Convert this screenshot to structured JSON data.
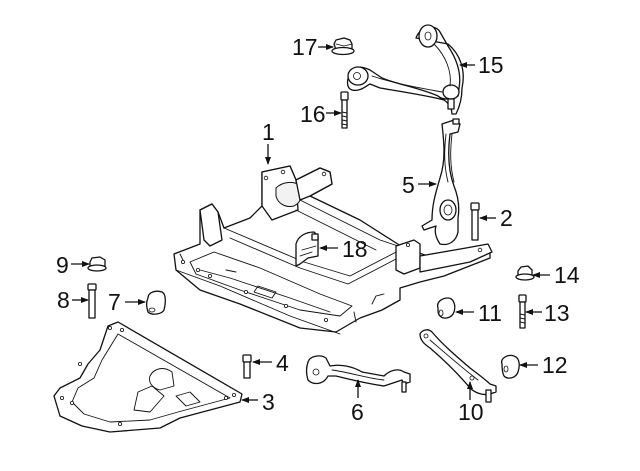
{
  "diagram": {
    "title": "Front suspension subframe components",
    "line_color": "#111111",
    "background": "#ffffff",
    "callouts": [
      {
        "number": "1",
        "part": "subframe-crossmember"
      },
      {
        "number": "2",
        "part": "knuckle-bolt"
      },
      {
        "number": "3",
        "part": "splash-shield"
      },
      {
        "number": "4",
        "part": "shield-bolt"
      },
      {
        "number": "5",
        "part": "steering-knuckle"
      },
      {
        "number": "6",
        "part": "lower-control-arm"
      },
      {
        "number": "7",
        "part": "bushing"
      },
      {
        "number": "8",
        "part": "bolt"
      },
      {
        "number": "9",
        "part": "nut"
      },
      {
        "number": "10",
        "part": "tension-strut"
      },
      {
        "number": "11",
        "part": "bushing"
      },
      {
        "number": "12",
        "part": "bushing"
      },
      {
        "number": "13",
        "part": "bolt"
      },
      {
        "number": "14",
        "part": "nut"
      },
      {
        "number": "15",
        "part": "upper-control-arm"
      },
      {
        "number": "16",
        "part": "bolt"
      },
      {
        "number": "17",
        "part": "nut"
      },
      {
        "number": "18",
        "part": "engine-mount-bracket"
      }
    ]
  }
}
